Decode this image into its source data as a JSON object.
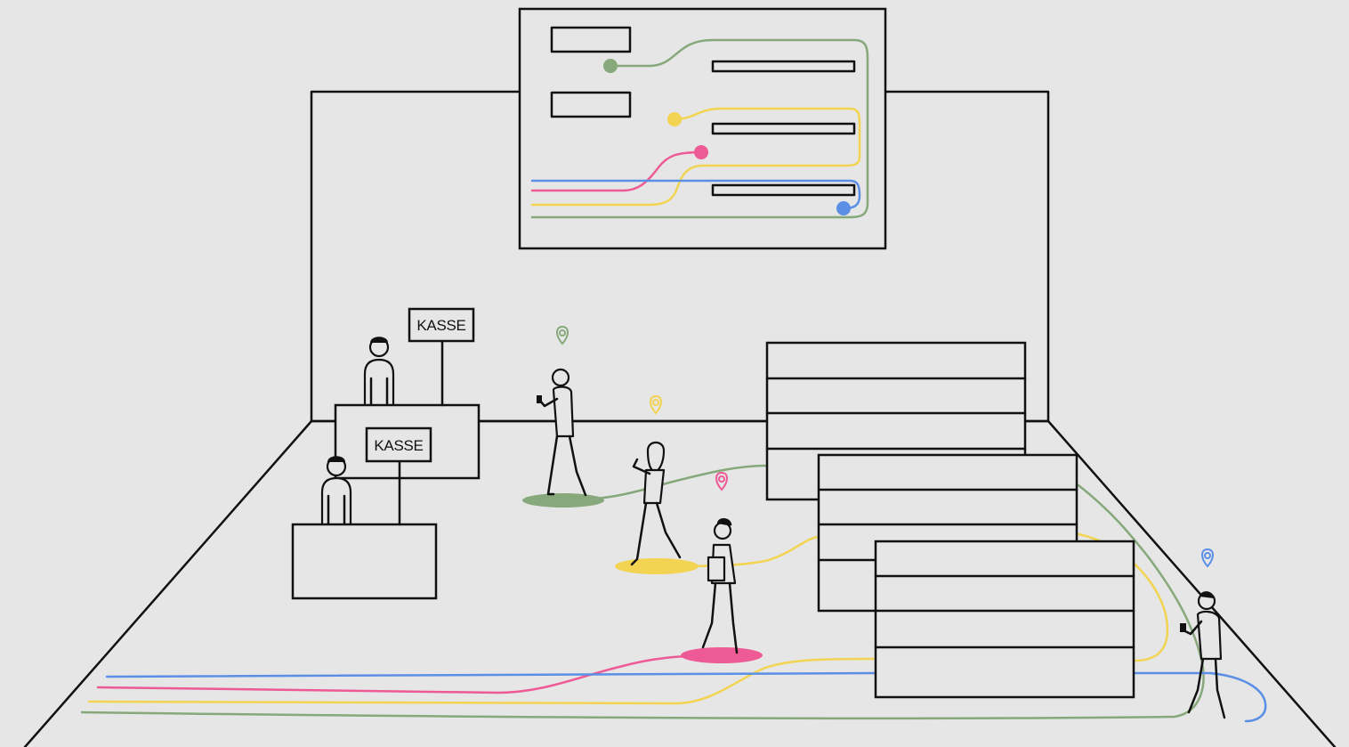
{
  "colors": {
    "background": "#e6e6e6",
    "outline": "#111111",
    "route_green": "#86a87a",
    "route_yellow": "#f2d452",
    "route_pink": "#ee5a95",
    "route_blue": "#5b8fe6"
  },
  "signs": {
    "checkout_back": "KASSE",
    "checkout_front": "KASSE"
  },
  "routes": [
    {
      "color": "route_green",
      "icon": "map-pin-icon"
    },
    {
      "color": "route_yellow",
      "icon": "map-pin-icon"
    },
    {
      "color": "route_pink",
      "icon": "map-pin-icon"
    },
    {
      "color": "route_blue",
      "icon": "map-pin-icon"
    }
  ]
}
